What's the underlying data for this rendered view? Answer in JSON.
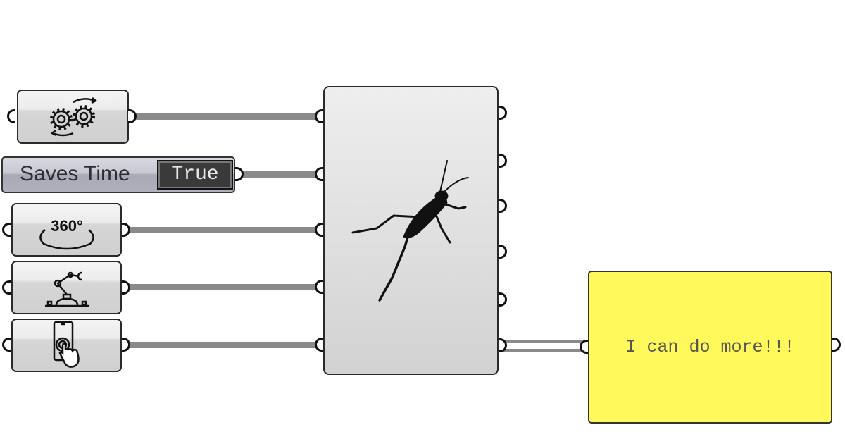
{
  "inputs": [
    {
      "icon": "gears-cycle-icon"
    },
    {
      "label": "Saves Time",
      "value": "True"
    },
    {
      "icon": "rotate-360-icon",
      "text": "360°"
    },
    {
      "icon": "robot-arm-icon"
    },
    {
      "icon": "touch-phone-icon"
    }
  ],
  "component": {
    "icon": "grasshopper-icon"
  },
  "panel": {
    "text": "I can do more!!!",
    "color": "#fff95c"
  }
}
